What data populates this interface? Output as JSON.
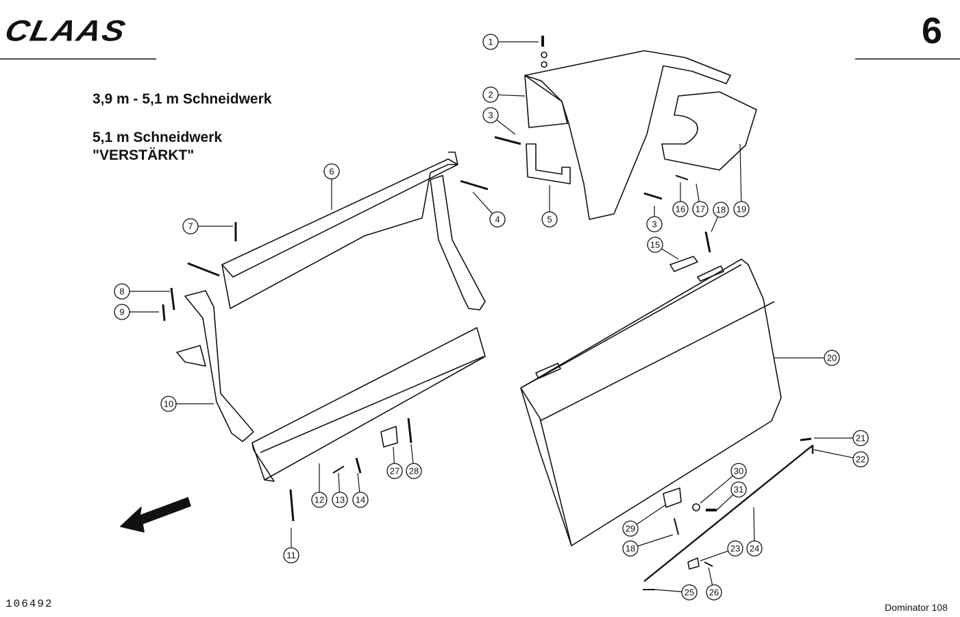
{
  "header": {
    "logo_text": "CLAAS",
    "page_number": "6"
  },
  "titles": {
    "line1": "3,9 m - 5,1 m Schneidwerk",
    "line2": "5,1 m Schneidwerk",
    "line3": "\"VERSTÄRKT\""
  },
  "footer": {
    "doc_number": "106492",
    "model": "Dominator 108"
  },
  "callouts": [
    "1",
    "2",
    "3",
    "3",
    "4",
    "5",
    "6",
    "7",
    "8",
    "9",
    "10",
    "11",
    "12",
    "13",
    "14",
    "15",
    "16",
    "17",
    "18",
    "18",
    "19",
    "20",
    "21",
    "22",
    "23",
    "24",
    "25",
    "26",
    "27",
    "28",
    "29",
    "30",
    "31"
  ]
}
